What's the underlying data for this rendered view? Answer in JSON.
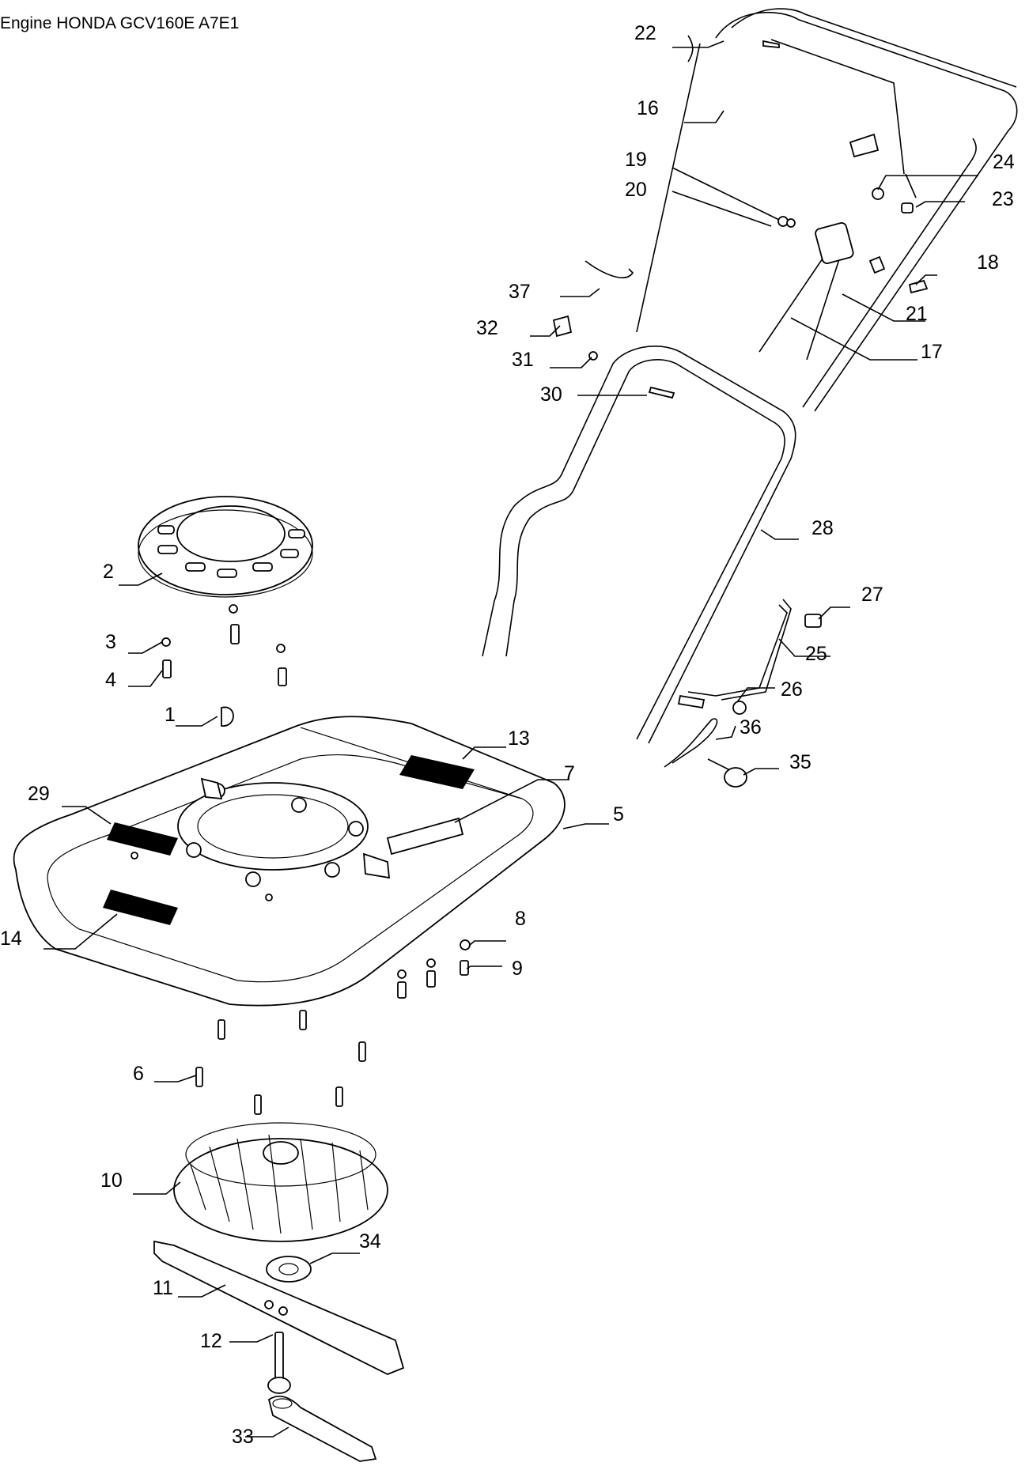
{
  "title": "Engine HONDA GCV160E A7E1",
  "labels": [
    "22",
    "16",
    "19",
    "20",
    "24",
    "23",
    "18",
    "37",
    "21",
    "32",
    "17",
    "31",
    "30",
    "28",
    "2",
    "27",
    "3",
    "25",
    "4",
    "26",
    "1",
    "36",
    "13",
    "35",
    "7",
    "29",
    "5",
    "14",
    "8",
    "9",
    "6",
    "10",
    "34",
    "11",
    "12",
    "33"
  ]
}
